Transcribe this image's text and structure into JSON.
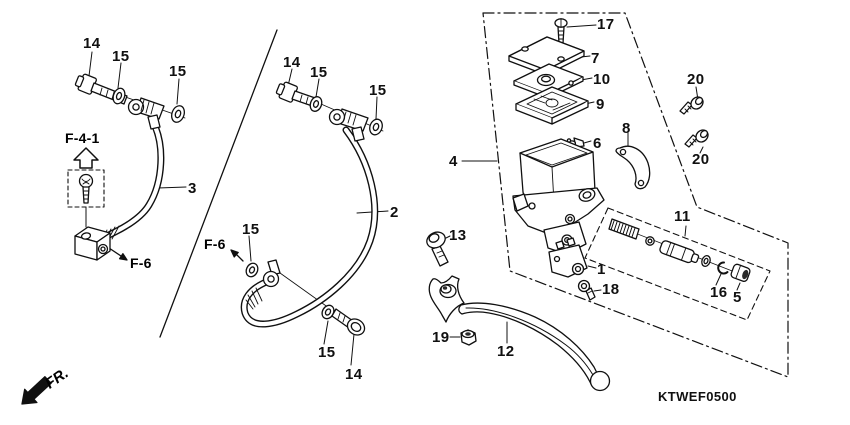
{
  "colors": {
    "line": "#101010",
    "background": "#ffffff"
  },
  "diagram_code": "KTWEF0500",
  "orientation": {
    "label": "FR."
  },
  "references": {
    "f41": "F-4-1",
    "f6_left": "F-6",
    "f6_mid": "F-6"
  },
  "callouts": {
    "h3_bolt14": "14",
    "h3_washer15_a": "15",
    "h3_washer15_b": "15",
    "hose3": "3",
    "h2_bolt14_top": "14",
    "h2_washer15_top_a": "15",
    "h2_washer15_top_b": "15",
    "hose2": "2",
    "h2_washer15_mid": "15",
    "h2_washer15_bot": "15",
    "h2_bolt14_bot": "14",
    "screw17": "17",
    "cap7": "7",
    "plate10": "10",
    "diaphragm9": "9",
    "float6": "6",
    "clamp8": "8",
    "master_cylinder4": "4",
    "bolt20_a": "20",
    "bolt20_b": "20",
    "bolt13": "13",
    "switch1": "1",
    "screw18": "18",
    "piston_kit11": "11",
    "circlip16": "16",
    "boot5": "5",
    "lever12": "12",
    "nut19": "19"
  }
}
